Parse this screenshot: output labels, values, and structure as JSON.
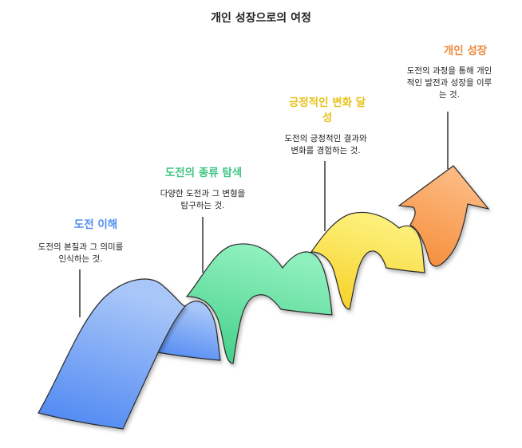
{
  "title": "개인 성장으로의 여정",
  "colors": {
    "blue": "#5b8ff0",
    "green": "#4fd491",
    "yellow": "#f7d83a",
    "orange": "#f79a4d",
    "connector": "#333333",
    "outline": "#2b2b2b"
  },
  "stages": [
    {
      "title": "도전 이해",
      "description_lines": [
        "도전의 본질과 그 의미를",
        "인식하는 것."
      ],
      "color": "#4f8ef0"
    },
    {
      "title": "도전의 종류 탐색",
      "description_lines": [
        "다양한 도전과 그 변형을",
        "탐구하는 것."
      ],
      "color": "#3fc684"
    },
    {
      "title_lines": [
        "긍정적인 변화 달",
        "성"
      ],
      "description_lines": [
        "도전의 긍정적인 결과와",
        "변화를 경험하는 것."
      ],
      "color": "#e8c21d"
    },
    {
      "title": "개인 성장",
      "description_lines": [
        "도전의 과정을 통해 개인",
        "적인 발전과 성장을 이루",
        "는 것."
      ],
      "color": "#f0883a"
    }
  ]
}
